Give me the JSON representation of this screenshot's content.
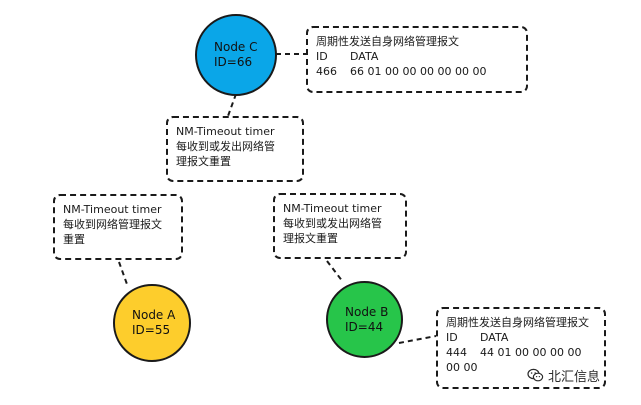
{
  "nodes": {
    "c": {
      "name": "Node C",
      "id": "ID=66",
      "color": "#0aa6e8"
    },
    "a": {
      "name": "Node A",
      "id": "ID=55",
      "color": "#fdcd2c"
    },
    "b": {
      "name": "Node B",
      "id": "ID=44",
      "color": "#27c54a"
    }
  },
  "message_c": {
    "title": "周期性发送自身网络管理报文",
    "col_id": "ID",
    "col_data": "DATA",
    "row_id": "466",
    "row_data": "66 01 00 00 00 00 00 00"
  },
  "message_b": {
    "title": "周期性发送自身网络管理报文",
    "col_id": "ID",
    "col_data": "DATA",
    "row_id": "444",
    "row_data_1": "44 01 00 00 00 00",
    "row_data_2": "00 00"
  },
  "timer_top": {
    "title": "NM-Timeout timer",
    "line1": "每收到或发出网络管",
    "line2": "理报文重置"
  },
  "timer_left": {
    "title": "NM-Timeout timer",
    "line1": "每收到网络管理报文",
    "line2": "重置"
  },
  "timer_right": {
    "title": "NM-Timeout timer",
    "line1": "每收到或发出网络管",
    "line2": "理报文重置"
  },
  "watermark": {
    "text": "北汇信息",
    "icon": "wechat-icon"
  }
}
